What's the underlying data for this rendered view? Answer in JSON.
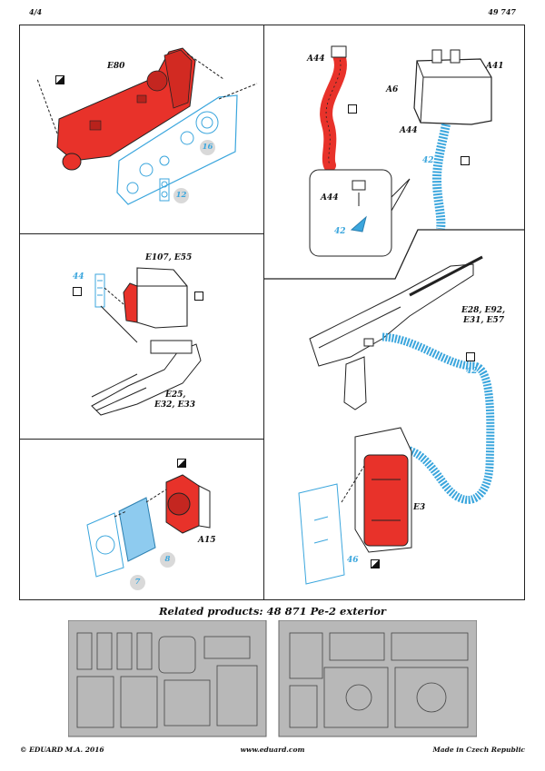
{
  "header": {
    "page": "4/4",
    "catalog_no": "49 747"
  },
  "panels": {
    "panel1": {
      "part": "E80",
      "etch_refs": [
        "16",
        "12"
      ]
    },
    "panel2": {
      "parts": [
        "A44",
        "A41",
        "A6",
        "A44",
        "A44"
      ],
      "etch_refs": [
        "42",
        "42"
      ]
    },
    "panel3": {
      "parts_top": "E107, E55",
      "parts_bottom_1": "E25,",
      "parts_bottom_2": "E32, E33",
      "etch_ref": "44"
    },
    "panel4": {
      "part": "A15",
      "etch_refs": [
        "8",
        "7"
      ]
    },
    "panel5": {
      "parts_1": "E28, E92,",
      "parts_2": "E31, E57",
      "part_e3": "E3",
      "etch_refs": [
        "42",
        "46"
      ]
    }
  },
  "related": {
    "label": "Related products:",
    "product": "48 871 Pe-2 exterior"
  },
  "footer": {
    "copyright": "© EDUARD M.A. 2016",
    "website": "www.eduard.com",
    "made_in": "Made in Czech Republic"
  },
  "colors": {
    "red": "#e8322a",
    "blue": "#3ba6dd",
    "gray_badge": "#d9d9d9"
  }
}
